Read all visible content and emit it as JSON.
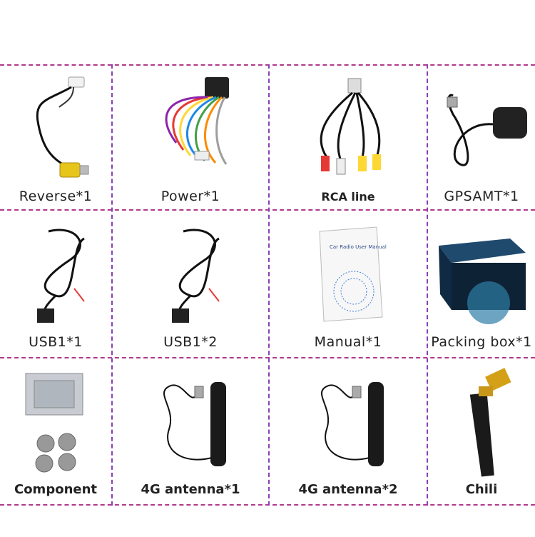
{
  "items": [
    {
      "label": "Reverse*1",
      "icon": "reverse-camera-cable"
    },
    {
      "label": "Power*1",
      "icon": "power-harness"
    },
    {
      "label": "RCA line",
      "icon": "rca-cable"
    },
    {
      "label": "GPSAMT*1",
      "icon": "gps-antenna"
    },
    {
      "label": "USB1*1",
      "icon": "usb-cable"
    },
    {
      "label": "USB1*2",
      "icon": "usb-cable"
    },
    {
      "label": "Manual*1",
      "icon": "manual-booklet"
    },
    {
      "label": "Packing box*1",
      "icon": "packing-box"
    },
    {
      "label": "Component",
      "icon": "bracket-screws"
    },
    {
      "label": "4G antenna*1",
      "icon": "4g-antenna"
    },
    {
      "label": "4G antenna*2",
      "icon": "4g-antenna"
    },
    {
      "label": "Chili",
      "icon": "chili-antenna"
    }
  ],
  "manual": {
    "cover_text": "Car Radio User Manual"
  },
  "colors": {
    "row_divider": "#b03a8c",
    "col_divider": "#8a3fb5"
  }
}
